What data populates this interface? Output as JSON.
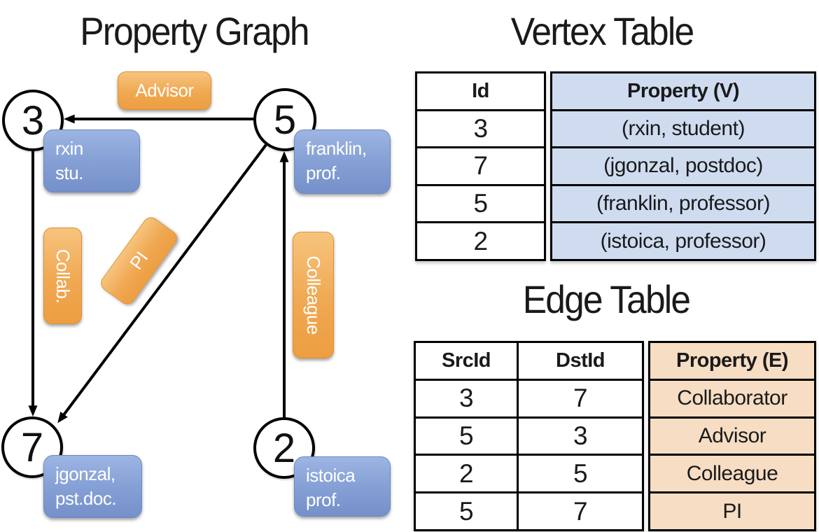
{
  "colors": {
    "edge_label_orange": "#ed9e41",
    "vertex_label_blue": "#87a2d6",
    "vertex_property_fill": "#cfdcf0",
    "edge_property_fill": "#f6ddc3",
    "line_color": "#000000"
  },
  "graph": {
    "title": "Property Graph",
    "vertices": [
      {
        "id": "3",
        "label_lines": [
          "rxin",
          "stu."
        ]
      },
      {
        "id": "5",
        "label_lines": [
          "franklin,",
          "prof."
        ]
      },
      {
        "id": "7",
        "label_lines": [
          "jgonzal,",
          "pst.doc."
        ]
      },
      {
        "id": "2",
        "label_lines": [
          "istoica",
          "prof."
        ]
      }
    ],
    "edges": [
      {
        "src": "5",
        "dst": "3",
        "label": "Advisor"
      },
      {
        "src": "3",
        "dst": "7",
        "label": "Collab."
      },
      {
        "src": "5",
        "dst": "7",
        "label": "PI"
      },
      {
        "src": "2",
        "dst": "5",
        "label": "Colleague"
      }
    ]
  },
  "vertex_table": {
    "title": "Vertex Table",
    "columns": [
      "Id",
      "Property (V)"
    ],
    "rows": [
      [
        "3",
        "(rxin, student)"
      ],
      [
        "7",
        "(jgonzal, postdoc)"
      ],
      [
        "5",
        "(franklin, professor)"
      ],
      [
        "2",
        "(istoica, professor)"
      ]
    ]
  },
  "edge_table": {
    "title": "Edge Table",
    "columns": [
      "SrcId",
      "DstId",
      "Property (E)"
    ],
    "rows": [
      [
        "3",
        "7",
        "Collaborator"
      ],
      [
        "5",
        "3",
        "Advisor"
      ],
      [
        "2",
        "5",
        "Colleague"
      ],
      [
        "5",
        "7",
        "PI"
      ]
    ]
  }
}
